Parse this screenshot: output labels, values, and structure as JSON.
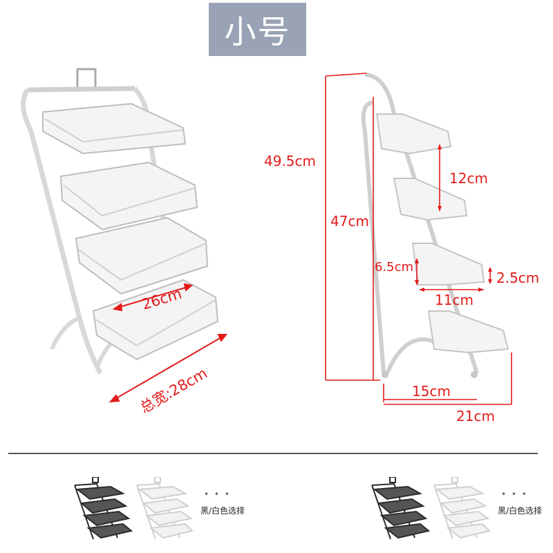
{
  "header": {
    "title": "小号"
  },
  "colors": {
    "badge_bg": "#9aa3b5",
    "dimension_red": "#e21a1a",
    "rack_white": "#f2f2f2",
    "rack_outline": "#bdbdbd",
    "rack_black": "#2b2b2b"
  },
  "front_view": {
    "inner_width_label": "26cm",
    "total_width_label": "总宽:28cm"
  },
  "side_view": {
    "total_height_label": "49.5cm",
    "frame_height_label": "47cm",
    "shelf_spacing_label": "12cm",
    "shelf_back_height_label": "6.5cm",
    "shelf_front_height_label": "2.5cm",
    "shelf_depth_label": "11cm",
    "base_depth_label": "15cm",
    "total_depth_label": "21cm"
  },
  "color_options": {
    "dots": "• • •",
    "label": "黑/白色选择"
  }
}
